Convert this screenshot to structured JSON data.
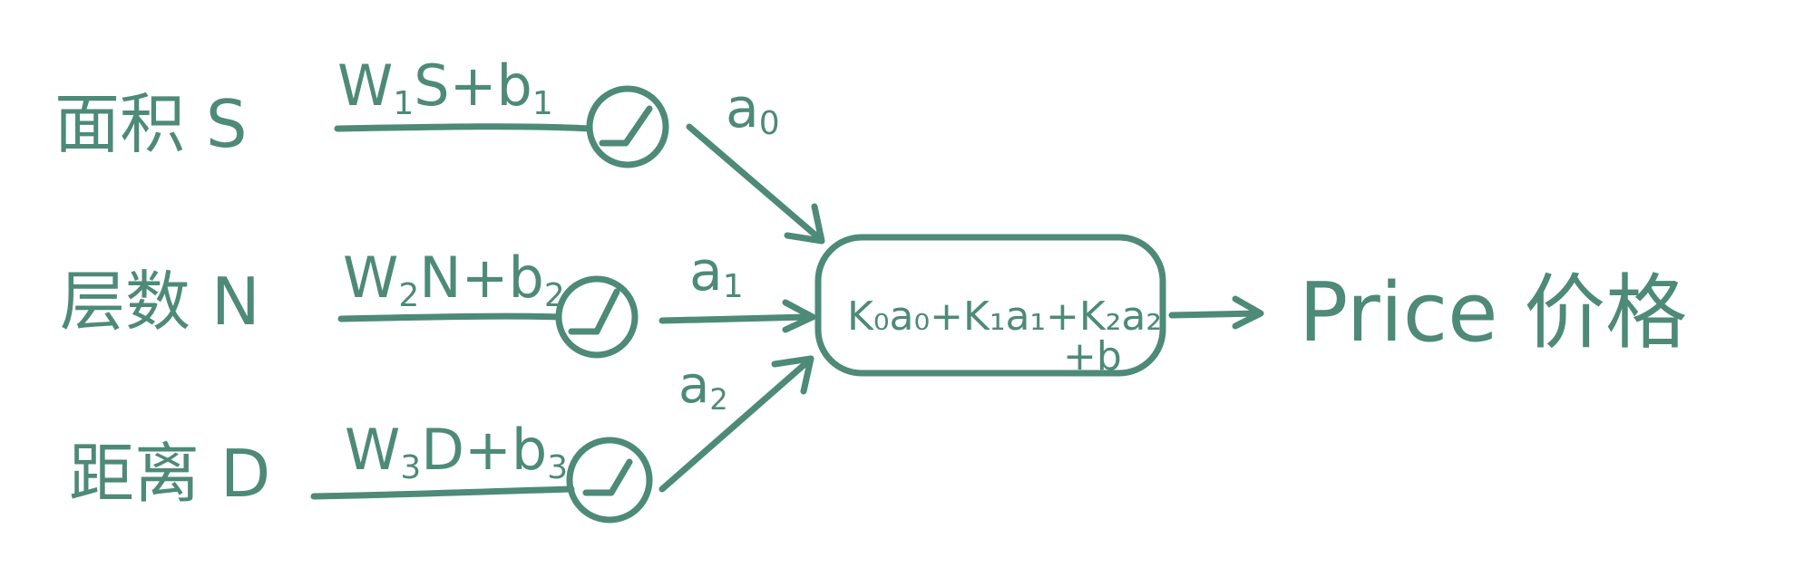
{
  "inputs": [
    {
      "label": "面积 S",
      "equation": "W",
      "sub": "1",
      "eq_rest": "S+b",
      "bias_sub": "1",
      "output": "a",
      "output_sub": "0"
    },
    {
      "label": "层数 N",
      "equation": "W",
      "sub": "2",
      "eq_rest": "N+b",
      "bias_sub": "2",
      "output": "a",
      "output_sub": "1"
    },
    {
      "label": "距离 D",
      "equation": "W",
      "sub": "3",
      "eq_rest": "D+b",
      "bias_sub": "3",
      "output": "a",
      "output_sub": "2"
    }
  ],
  "combiner": {
    "line1": "K₀a₀+K₁a₁+K₂a₂",
    "line2": "+b"
  },
  "output": {
    "label": "Price 价格"
  },
  "colors": {
    "ink": "#4d8a78"
  }
}
